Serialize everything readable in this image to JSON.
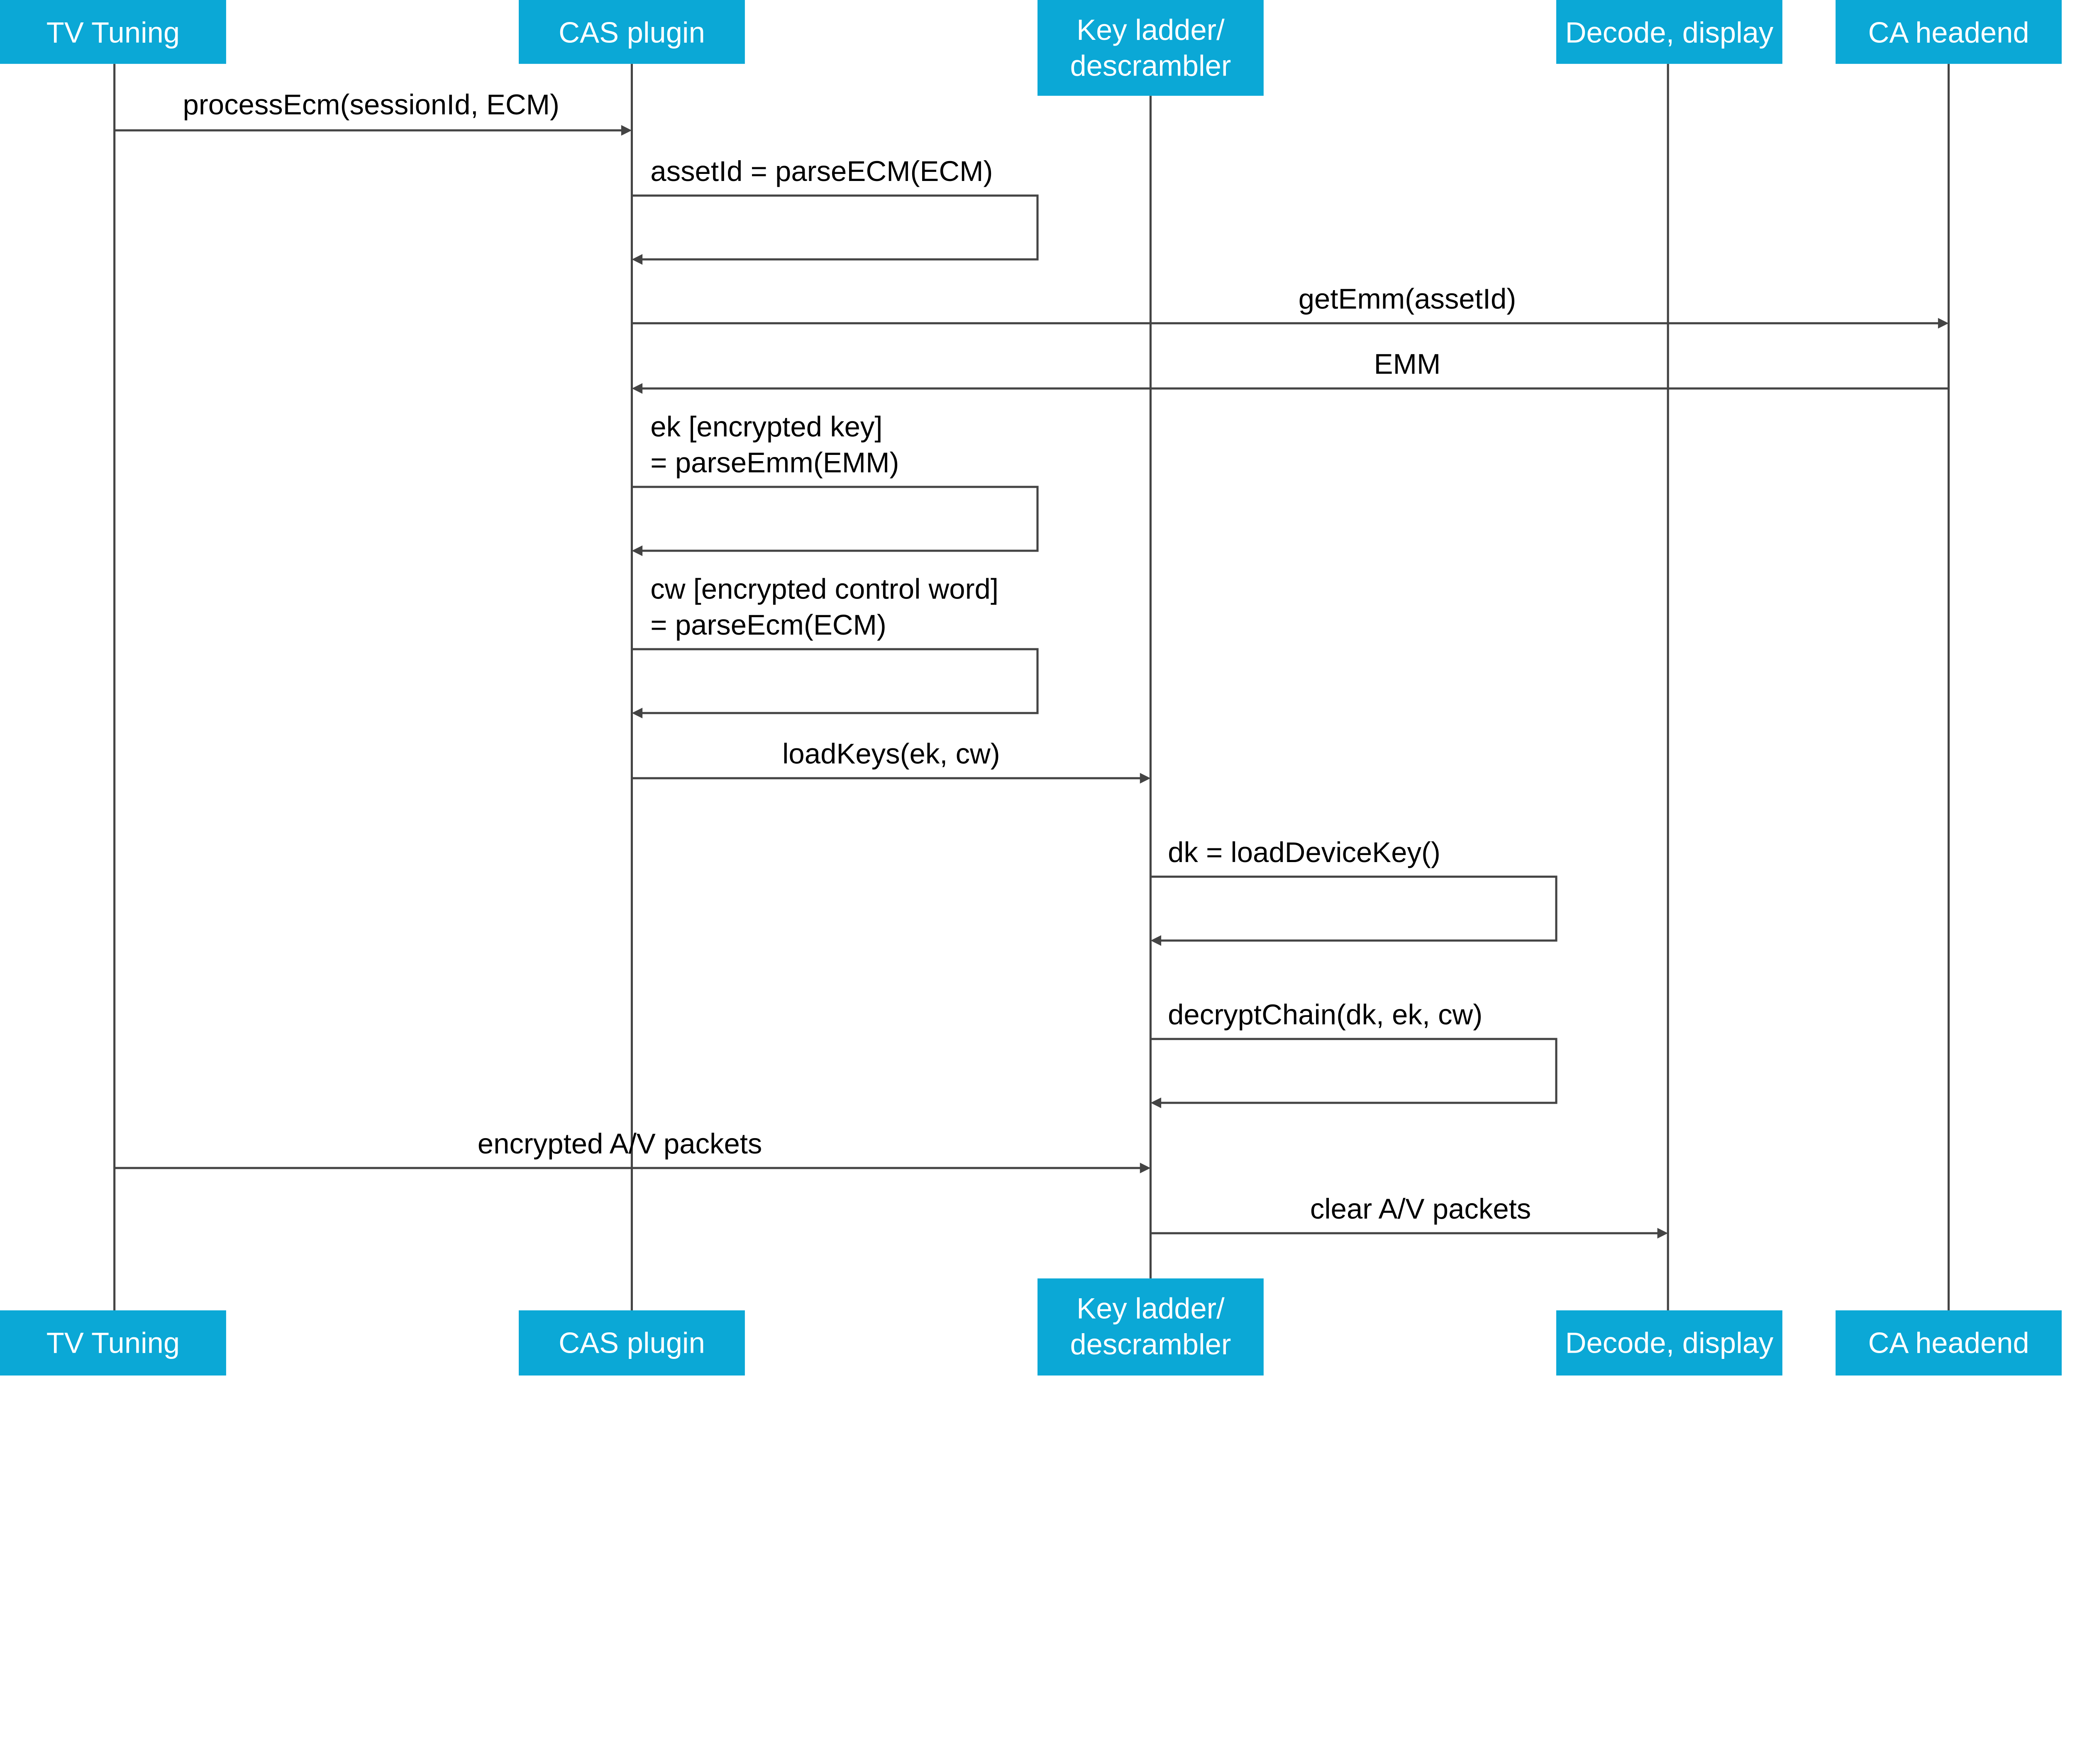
{
  "colors": {
    "participant_fill": "#0ba8d6",
    "participant_text": "#ffffff",
    "line": "#444444"
  },
  "participants": [
    {
      "label": [
        "TV Tuning"
      ]
    },
    {
      "label": [
        "CAS plugin"
      ]
    },
    {
      "label": [
        "Key ladder/",
        "descrambler"
      ]
    },
    {
      "label": [
        "Decode, display"
      ]
    },
    {
      "label": [
        "CA headend"
      ]
    }
  ],
  "messages": [
    {
      "from": "TV Tuning",
      "to": "CAS plugin",
      "label": [
        "processEcm(sessionId, ECM)"
      ]
    },
    {
      "from": "CAS plugin",
      "to": "CAS plugin",
      "label": [
        "assetId = parseECM(ECM)"
      ]
    },
    {
      "from": "CAS plugin",
      "to": "CA headend",
      "label": [
        "getEmm(assetId)"
      ]
    },
    {
      "from": "CA headend",
      "to": "CAS plugin",
      "label": [
        "EMM"
      ]
    },
    {
      "from": "CAS plugin",
      "to": "CAS plugin",
      "label": [
        "ek [encrypted key]",
        "= parseEmm(EMM)"
      ]
    },
    {
      "from": "CAS plugin",
      "to": "CAS plugin",
      "label": [
        "cw [encrypted control word]",
        "= parseEcm(ECM)"
      ]
    },
    {
      "from": "CAS plugin",
      "to": "Key ladder/descrambler",
      "label": [
        "loadKeys(ek, cw)"
      ]
    },
    {
      "from": "Key ladder/descrambler",
      "to": "Key ladder/descrambler",
      "label": [
        "dk = loadDeviceKey()"
      ]
    },
    {
      "from": "Key ladder/descrambler",
      "to": "Key ladder/descrambler",
      "label": [
        "decryptChain(dk, ek, cw)"
      ]
    },
    {
      "from": "TV Tuning",
      "to": "Key ladder/descrambler",
      "label": [
        "encrypted A/V packets"
      ]
    },
    {
      "from": "Key ladder/descrambler",
      "to": "Decode, display",
      "label": [
        "clear A/V packets"
      ]
    }
  ]
}
